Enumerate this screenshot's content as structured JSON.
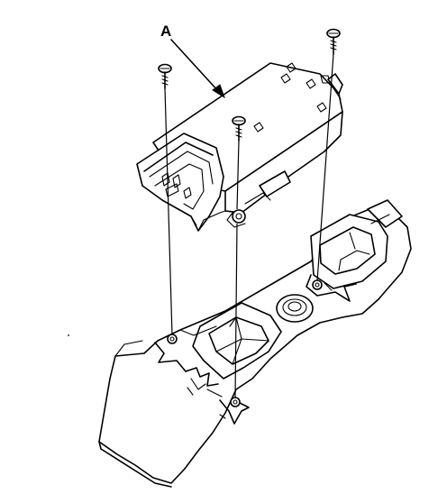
{
  "diagram": {
    "callout_label": "A",
    "colors": {
      "line": "#000000",
      "background": "#ffffff"
    },
    "parts": [
      {
        "id": "switch-assembly",
        "callout": "A"
      },
      {
        "id": "screw"
      },
      {
        "id": "screw"
      },
      {
        "id": "screw"
      },
      {
        "id": "door-armrest-panel"
      }
    ]
  }
}
